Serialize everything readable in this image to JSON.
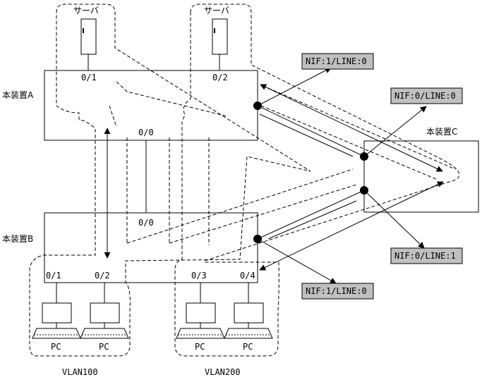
{
  "devices": {
    "device_a": "本装置A",
    "device_b": "本装置B",
    "device_c": "本装置C"
  },
  "servers": {
    "server_1": "サーバ",
    "server_2": "サーバ"
  },
  "ports": {
    "a_01": "0/1",
    "a_02": "0/2",
    "a_00": "0/0",
    "b_00": "0/0",
    "b_01": "0/1",
    "b_02": "0/2",
    "b_03": "0/3",
    "b_04": "0/4"
  },
  "nif_labels": {
    "a_upper": "NIF:1/LINE:0",
    "c_upper": "NIF:0/LINE:0",
    "c_lower": "NIF:0/LINE:1",
    "b_lower": "NIF:1/LINE:0"
  },
  "pcs": {
    "pc_1": "PC",
    "pc_2": "PC",
    "pc_3": "PC",
    "pc_4": "PC"
  },
  "vlans": {
    "vlan_100": "VLAN100",
    "vlan_200": "VLAN200"
  },
  "colors": {
    "nif_fill": "#c0c0c0",
    "line": "#000000"
  }
}
